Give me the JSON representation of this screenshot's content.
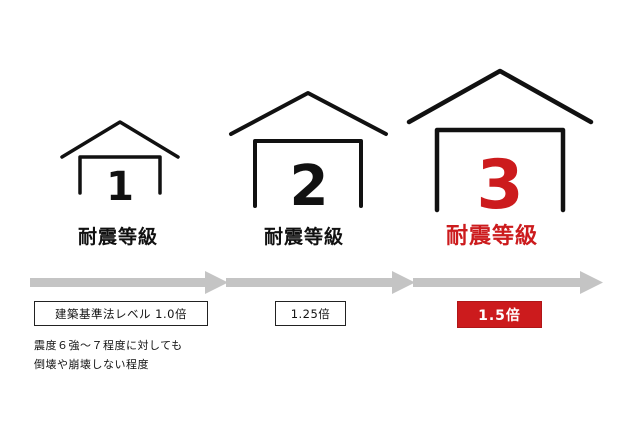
{
  "colors": {
    "ink": "#111111",
    "accent_red": "#cc1b1d",
    "arrow_gray": "#c4c4c4"
  },
  "grades": [
    {
      "number": "1",
      "label": "耐震等級",
      "value": "建築基準法レベル 1.0倍",
      "highlight": false
    },
    {
      "number": "2",
      "label": "耐震等級",
      "value": "1.25倍",
      "highlight": false
    },
    {
      "number": "3",
      "label": "耐震等級",
      "value": "1.5倍",
      "highlight": true
    }
  ],
  "note": {
    "line1": "震度６強～７程度に対しても",
    "line2": "倒壊や崩壊しない程度"
  }
}
